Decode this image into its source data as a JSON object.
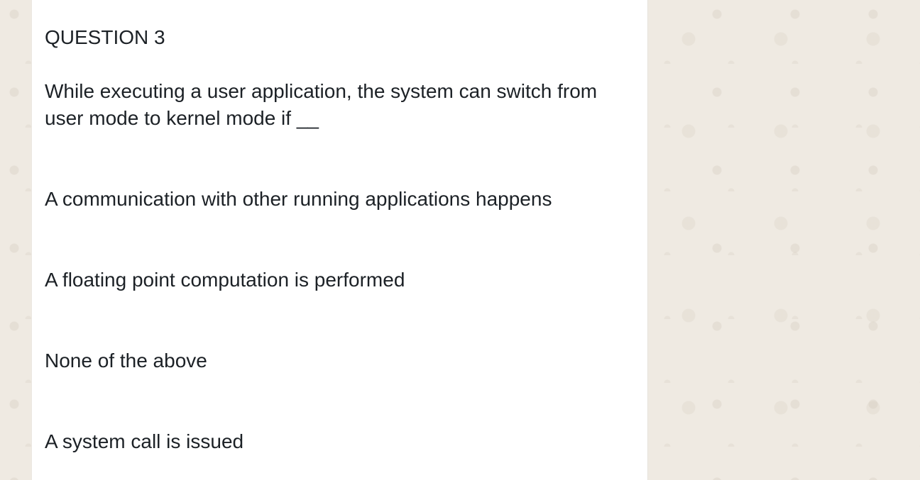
{
  "message": {
    "question_title": "QUESTION 3",
    "question_text": "While executing a user application, the system can switch from user mode to kernel mode if __",
    "options": [
      "A communication with other running applications happens",
      "A floating point computation is performed",
      "None of the above",
      "A system call is issued"
    ]
  },
  "colors": {
    "chat_background": "#efeae2",
    "message_background": "#ffffff",
    "text": "#1c2126"
  }
}
